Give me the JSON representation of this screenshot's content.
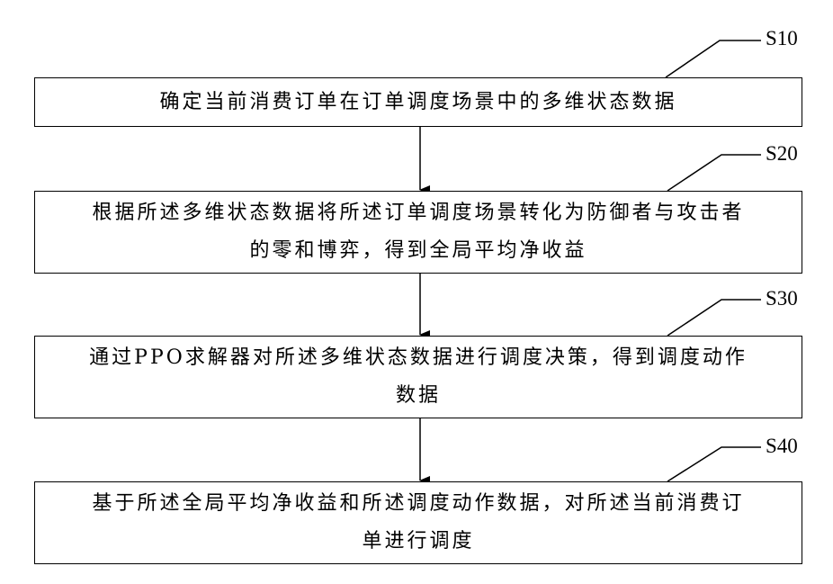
{
  "steps": [
    {
      "label": "S10",
      "text": "确定当前消费订单在订单调度场景中的多维状态数据"
    },
    {
      "label": "S20",
      "text": "根据所述多维状态数据将所述订单调度场景转化为防御者与攻击者\n的零和博弈，得到全局平均净收益"
    },
    {
      "label": "S30",
      "text": "通过PPO求解器对所述多维状态数据进行调度决策，得到调度动作\n数据"
    },
    {
      "label": "S40",
      "text": "基于所述全局平均净收益和所述调度动作数据，对所述当前消费订\n单进行调度"
    }
  ]
}
